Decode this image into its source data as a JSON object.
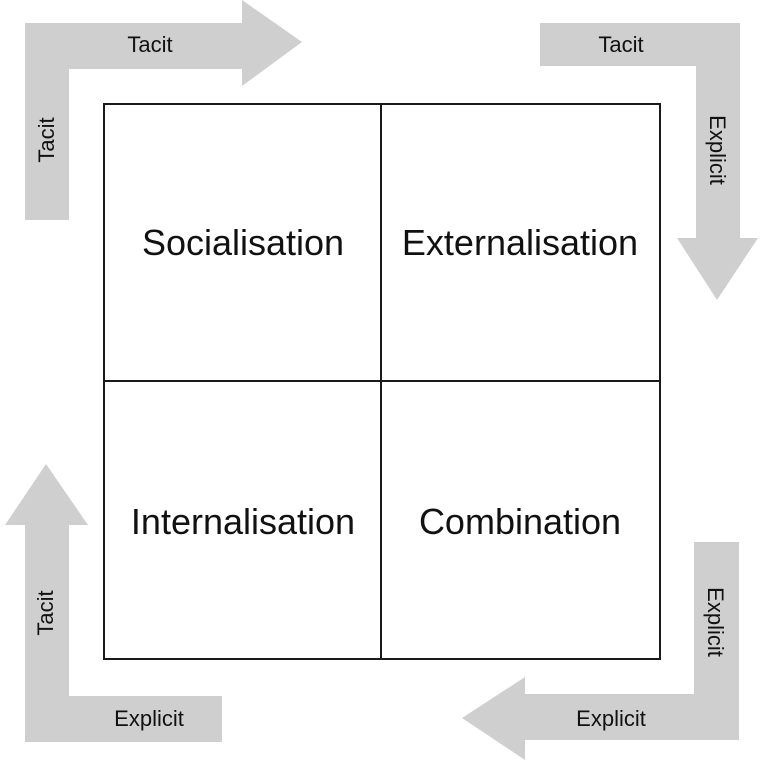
{
  "quadrants": {
    "top_left": "Socialisation",
    "top_right": "Externalisation",
    "bottom_left": "Internalisation",
    "bottom_right": "Combination"
  },
  "arrows": {
    "top_left": {
      "horizontal_label": "Tacit",
      "vertical_label": "Tacit"
    },
    "top_right": {
      "horizontal_label": "Tacit",
      "vertical_label": "Explicit"
    },
    "bottom_right": {
      "vertical_label": "Explicit",
      "horizontal_label": "Explicit"
    },
    "bottom_left": {
      "vertical_label": "Tacit",
      "horizontal_label": "Explicit"
    }
  }
}
